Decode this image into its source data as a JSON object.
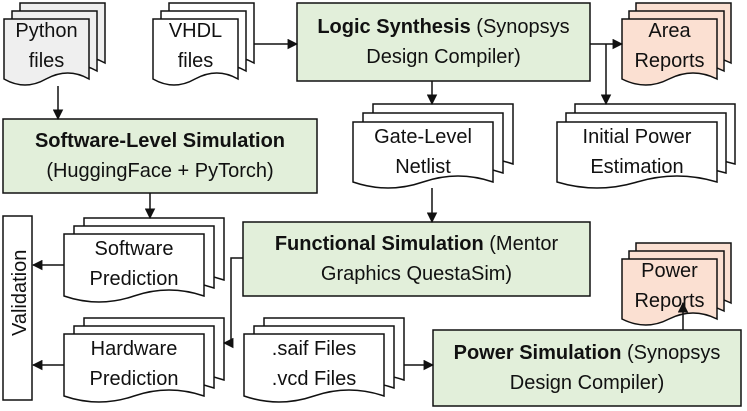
{
  "nodes": {
    "python_files": {
      "line1": "Python",
      "line2": "files"
    },
    "vhdl_files": {
      "line1": "VHDL",
      "line2": "files"
    },
    "logic_synthesis": {
      "title": "Logic Synthesis",
      "tool_a": "(Synopsys",
      "tool_b": "Design Compiler)"
    },
    "area_reports": {
      "line1": "Area",
      "line2": "Reports"
    },
    "software_sim": {
      "title": "Software-Level Simulation",
      "tool": "(HuggingFace + PyTorch)"
    },
    "gate_netlist": {
      "line1": "Gate-Level",
      "line2": "Netlist"
    },
    "initial_power": {
      "line1": "Initial Power",
      "line2": "Estimation"
    },
    "validation": {
      "label": "Validation"
    },
    "software_prediction": {
      "line1": "Software",
      "line2": "Prediction"
    },
    "functional_sim": {
      "title": "Functional Simulation",
      "tool_a": "(Mentor",
      "tool_b": "Graphics QuestaSim)"
    },
    "power_reports": {
      "line1": "Power",
      "line2": "Reports"
    },
    "hardware_prediction": {
      "line1": "Hardware",
      "line2": "Prediction"
    },
    "saif_vcd": {
      "line1": ".saif Files",
      "line2": ".vcd Files"
    },
    "power_sim": {
      "title": "Power Simulation",
      "tool_a": "(Synopsys",
      "tool_b": "Design Compiler)"
    }
  },
  "colors": {
    "process_fill": "#e2efda",
    "report_fill": "#fbe0d2",
    "input_fill": "#efefef",
    "doc_fill": "#ffffff",
    "stroke": "#111111"
  }
}
